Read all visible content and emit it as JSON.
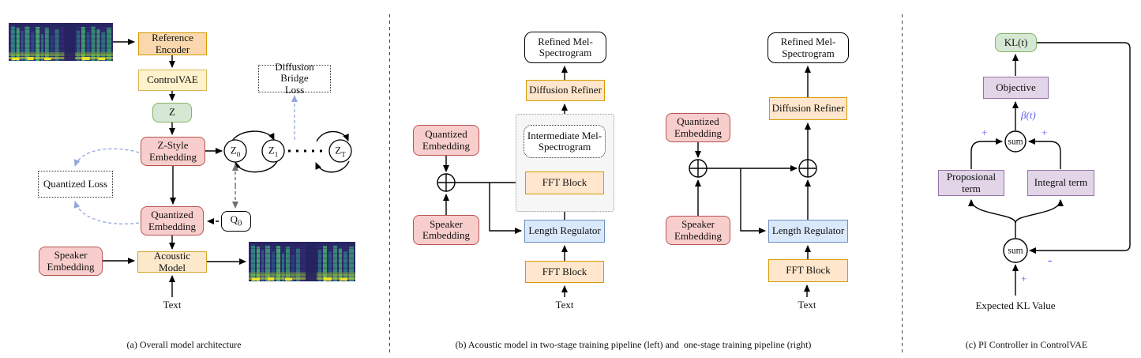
{
  "colors": {
    "pink_fill": "#F8CECC",
    "pink_border": "#B85450",
    "orange_fill": "#FFE6CC",
    "orange_border": "#D79B00",
    "yellow_fill": "#FFF2CC",
    "yellow_border": "#D6B656",
    "green_fill": "#D5E8D4",
    "green_border": "#82B366",
    "blue_fill": "#DAE8FC",
    "blue_border": "#6C8EBF",
    "purple_fill": "#E1D5E7",
    "purple_border": "#9673A6",
    "loss_arrow_blue": "#92A8DC",
    "math_sign_blue": "#5B5BF0"
  },
  "panel_a": {
    "caption": "(a) Overall model architecture",
    "images": {
      "input": "mel-spectrogram",
      "output": "mel-spectrogram"
    },
    "nodes": {
      "reference_encoder": "Reference\nEncoder",
      "controlvae": "ControlVAE",
      "z": "Z",
      "z_style_embedding": "Z-Style\nEmbedding",
      "diffusion_bridge_loss": "Diffusion Bridge\nLoss",
      "quantized_loss": "Quantized Loss",
      "quantized_embedding": "Quantized\nEmbedding",
      "speaker_embedding": "Speaker\nEmbedding",
      "acoustic_model": "Acoustic Model",
      "text_input": "Text",
      "z0": {
        "base": "Z",
        "sub": "0"
      },
      "z1": {
        "base": "Z",
        "sub": "1"
      },
      "zT": {
        "base": "Z",
        "sub": "T"
      },
      "q0": {
        "base": "Q",
        "sub": "0"
      }
    }
  },
  "panel_b": {
    "caption": "(b) Acoustic model in two-stage training pipeline (left) and  one-stage training pipeline (right)",
    "two_stage": {
      "refined_mel": "Refined Mel-\nSpectrogram",
      "diffusion_refiner": "Diffusion Refiner",
      "intermediate_mel": "Intermediate Mel-\nSpectrogram",
      "fft_block_upper": "FFT Block",
      "length_regulator": "Length Regulator",
      "fft_block_lower": "FFT Block",
      "quantized_embedding": "Quantized\nEmbedding",
      "speaker_embedding": "Speaker\nEmbedding",
      "text_input": "Text"
    },
    "one_stage": {
      "refined_mel": "Refined Mel-\nSpectrogram",
      "diffusion_refiner": "Diffusion Refiner",
      "length_regulator": "Length Regulator",
      "fft_block": "FFT Block",
      "quantized_embedding": "Quantized\nEmbedding",
      "speaker_embedding": "Speaker\nEmbedding",
      "text_input": "Text"
    }
  },
  "panel_c": {
    "caption": "(c) PI Controller in ControlVAE",
    "nodes": {
      "kl": "KL(t)",
      "objective": "Objective",
      "beta": "β(t)",
      "sum_upper": "sum",
      "sum_lower": "sum",
      "proposional_term": "Proposional\nterm",
      "integral_term": "Integral term",
      "expected_kl": "Expected KL Value",
      "plus_left": "+",
      "plus_right": "+",
      "minus": "-",
      "plus_bottom": "+"
    }
  }
}
